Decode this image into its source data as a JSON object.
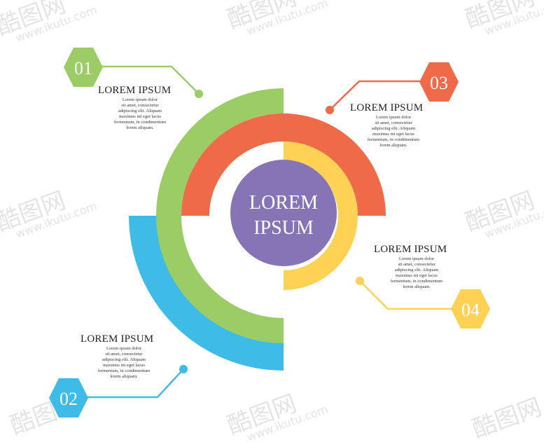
{
  "center": {
    "line1": "LOREM",
    "line2": "IPSUM"
  },
  "watermark": {
    "brand": "酷图网",
    "url": "www.ikutu.com"
  },
  "colors": {
    "green": "#9ccc65",
    "orange": "#ee6a48",
    "yellow": "#ffd154",
    "blue": "#3fbbe8",
    "purple": "#8674b6",
    "text": "#222222"
  },
  "items": [
    {
      "number": "01",
      "color": "green",
      "title": "LOREM IPSUM",
      "body": "Lorem ipsum dolor\nsit amet, consectetur\nadipiscing elit. Aliquam\nmaximus mi eget lacus\nfermentum, in condimentum\nlorem aliquam."
    },
    {
      "number": "02",
      "color": "blue",
      "title": "LOREM IPSUM",
      "body": "Lorem ipsum dolor\nsit amet, consectetur\nadipiscing elit. Aliquam\nmaximus mi eget lacus\nfermentum, in condimentum\nlorem aliquam."
    },
    {
      "number": "03",
      "color": "orange",
      "title": "LOREM IPSUM",
      "body": "Lorem ipsum dolor\nsit amet, consectetur\nadipiscing elit. Aliquam\nmaximus mi eget lacus\nfermentum, in condimentum\nlorem aliquam."
    },
    {
      "number": "04",
      "color": "yellow",
      "title": "LOREM IPSUM",
      "body": "Lorem ipsum dolor\nsit amet, consectetur\nadipiscing elit. Aliquam\nmaximus mi eget lacus\nfermentum, in condimentum\nlorem aliquam."
    }
  ]
}
